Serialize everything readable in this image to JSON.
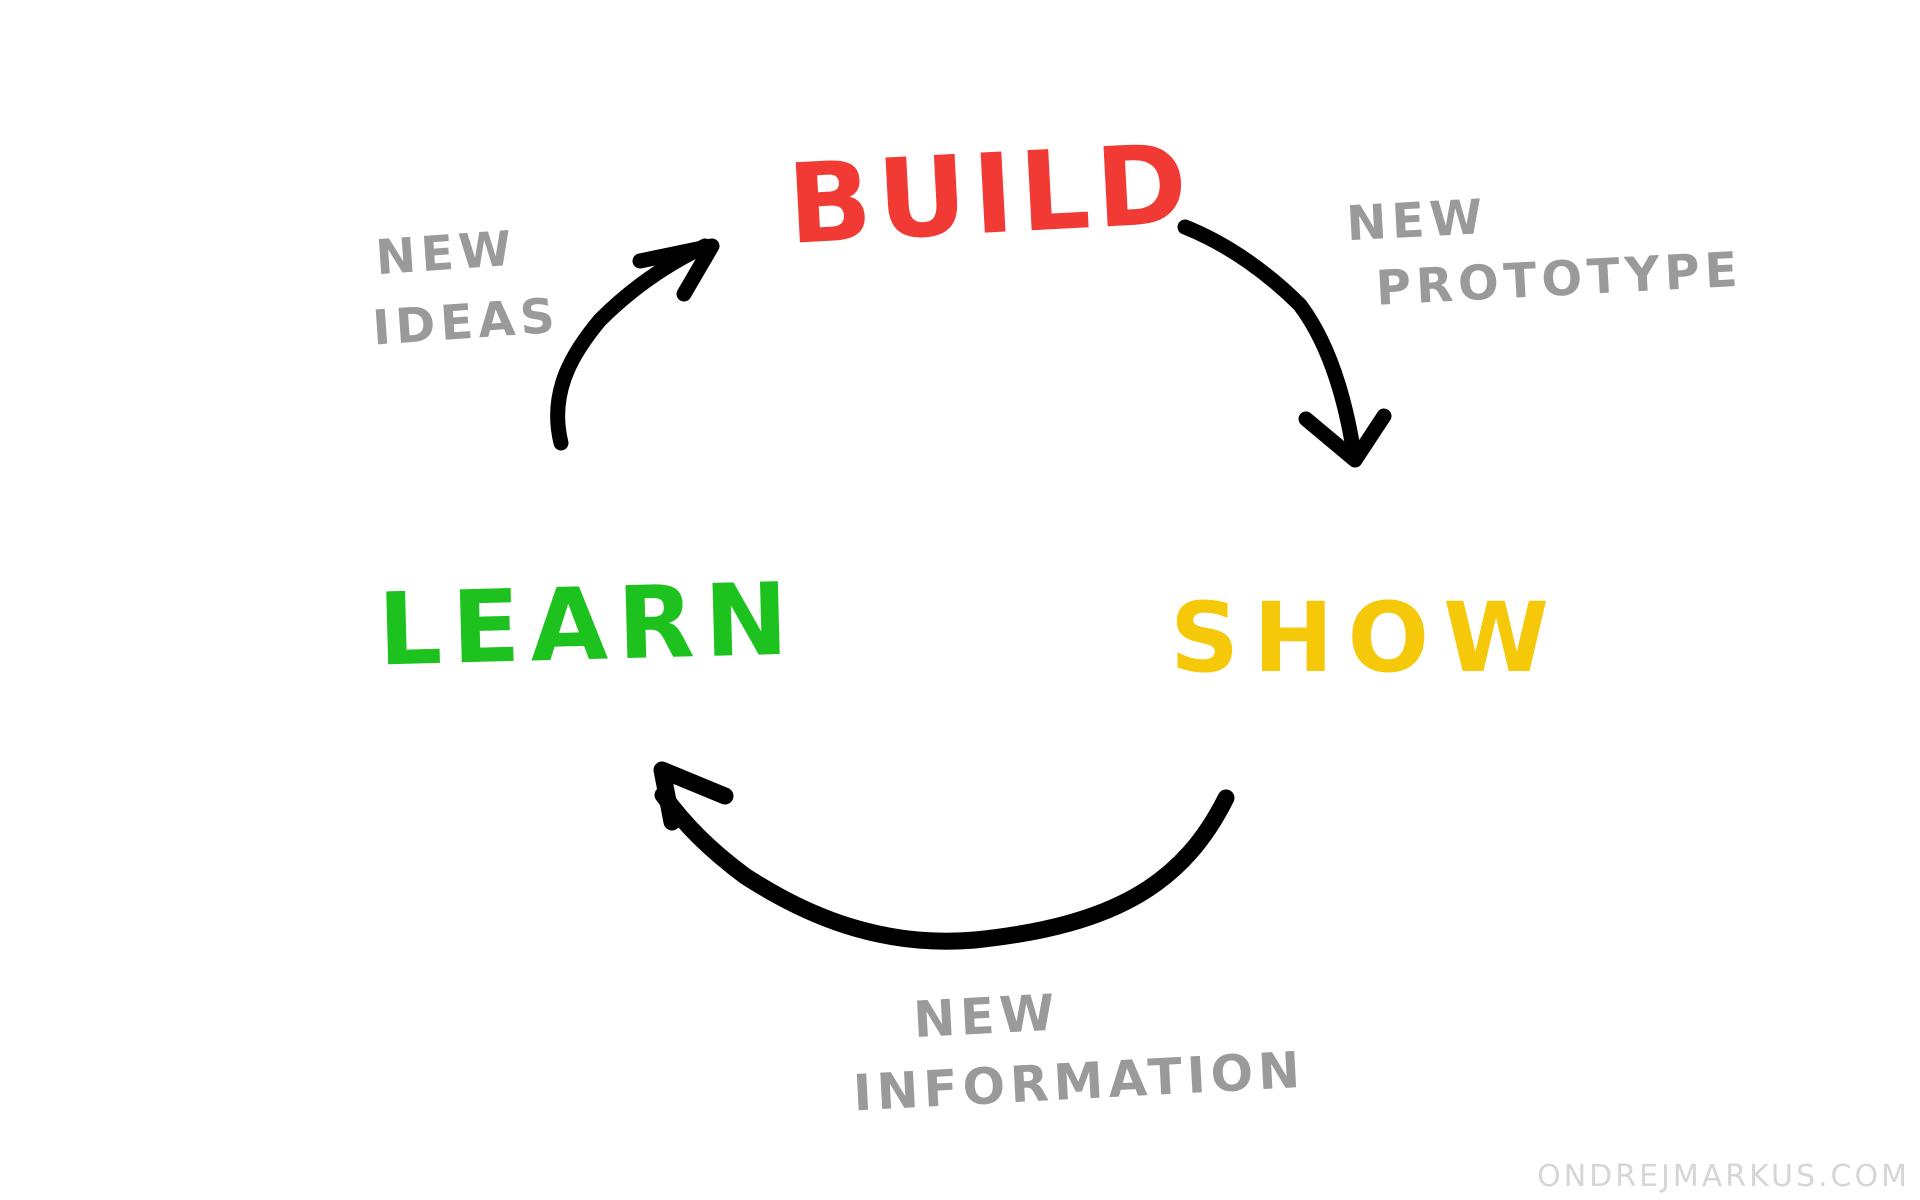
{
  "nodes": {
    "build": {
      "label": "BUILD",
      "color": "#f03a33"
    },
    "show": {
      "label": "SHOW",
      "color": "#f5c80a"
    },
    "learn": {
      "label": "LEARN",
      "color": "#1ec21e"
    }
  },
  "edges": {
    "learn_to_build": {
      "line1": "NEW",
      "line2": "IDEAS"
    },
    "build_to_show": {
      "line1": "NEW",
      "line2": "PROTOTYPE"
    },
    "show_to_learn": {
      "line1": "NEW",
      "line2": "INFORMATION"
    }
  },
  "colors": {
    "arrow": "#000000",
    "edge_label": "#9a9a9a",
    "background": "#ffffff"
  },
  "footer": {
    "watermark": "ONDREJMARKUS.COM"
  }
}
